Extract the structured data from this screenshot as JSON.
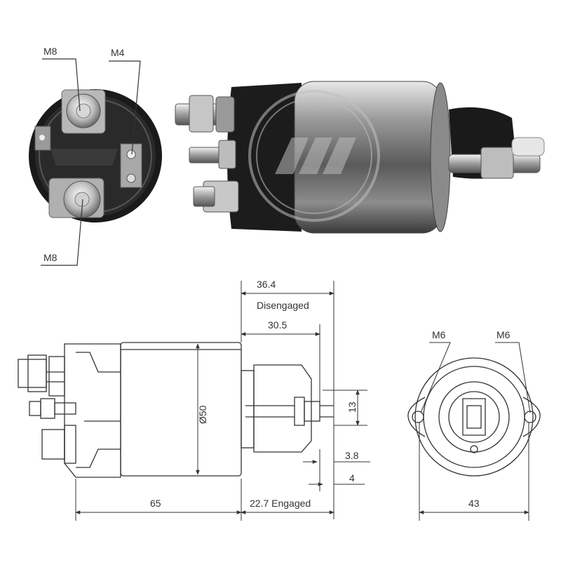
{
  "labels": {
    "end_terminal_top": "M8",
    "end_terminal_small": "M4",
    "end_terminal_bottom": "M8",
    "mount_left": "M6",
    "mount_right": "M6"
  },
  "dimensions": {
    "disengaged_length": "36.4",
    "disengaged_caption": "Disengaged",
    "engaged_stroke": "30.5",
    "body_diameter": "Ø50",
    "plunger_height": "13",
    "offset_a": "3.8",
    "offset_b": "4",
    "body_length": "65",
    "engaged_length": "22.7 Engaged",
    "mount_spacing": "43"
  },
  "colors": {
    "line": "#333333",
    "metal_dark": "#1c1c1c",
    "metal_mid": "#7d7d7d",
    "metal_light": "#cfcfcf",
    "watermark": "#c0c0c0"
  }
}
